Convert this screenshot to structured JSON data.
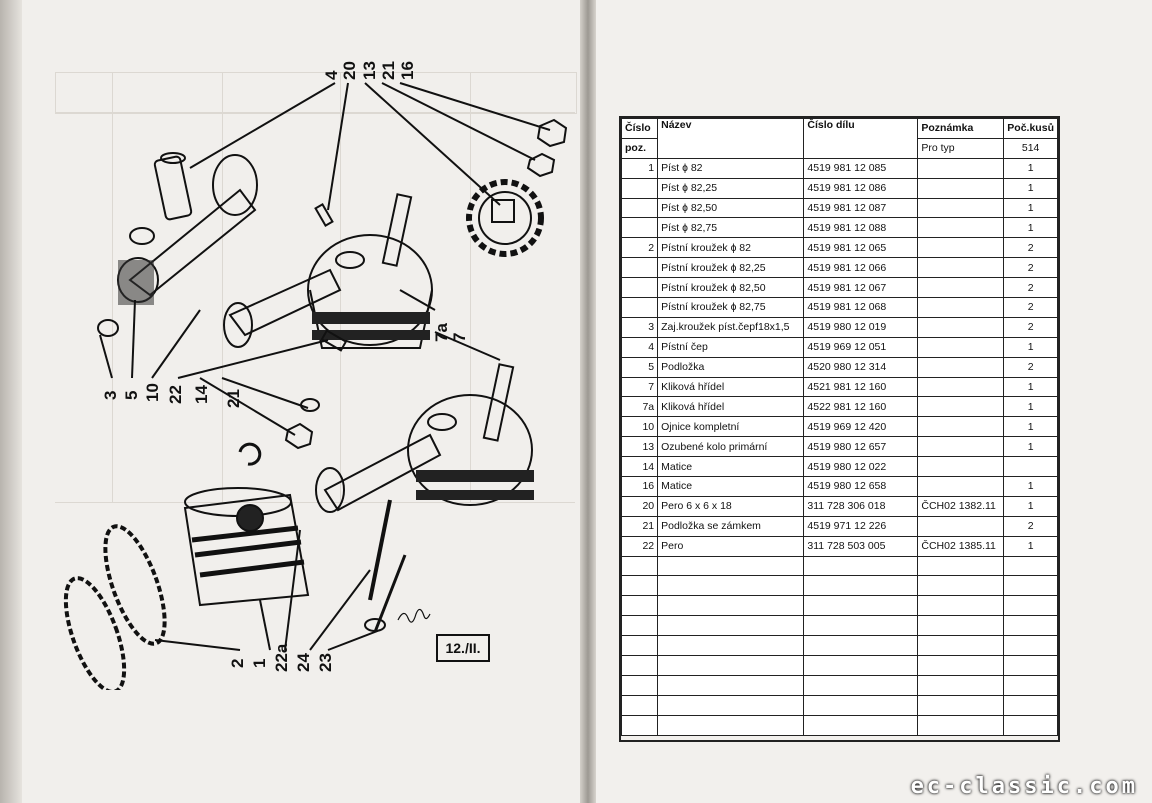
{
  "figure": {
    "label": "12./II.",
    "top_callouts": [
      "4",
      "20",
      "13",
      "21",
      "16"
    ],
    "left_callouts": [
      "3",
      "5",
      "10",
      "22",
      "14",
      "21"
    ],
    "right_callouts": [
      "7a",
      "7"
    ],
    "bottom_callouts": [
      "2",
      "1",
      "22a",
      "24",
      "23"
    ]
  },
  "table": {
    "headers": {
      "pos_line1": "Číslo",
      "pos_line2": "poz.",
      "name": "Název",
      "number": "Číslo dílu",
      "note": "Poznámka",
      "note_sub": "Pro typ",
      "qty": "Poč.kusů",
      "qty_sub": "514"
    },
    "rows": [
      {
        "pos": "1",
        "name": "Píst ɸ 82",
        "number": "4519 981 12 085",
        "note": "",
        "qty": "1"
      },
      {
        "pos": "",
        "name": "Píst ɸ 82,25",
        "number": "4519 981 12 086",
        "note": "",
        "qty": "1"
      },
      {
        "pos": "",
        "name": "Píst ɸ 82,50",
        "number": "4519 981 12 087",
        "note": "",
        "qty": "1"
      },
      {
        "pos": "",
        "name": "Píst ɸ 82,75",
        "number": "4519 981 12 088",
        "note": "",
        "qty": "1"
      },
      {
        "pos": "2",
        "name": "Pístní kroužek ɸ 82",
        "number": "4519 981 12 065",
        "note": "",
        "qty": "2"
      },
      {
        "pos": "",
        "name": "Pístní kroužek ɸ 82,25",
        "number": "4519 981 12 066",
        "note": "",
        "qty": "2"
      },
      {
        "pos": "",
        "name": "Pístní kroužek ɸ 82,50",
        "number": "4519 981 12 067",
        "note": "",
        "qty": "2"
      },
      {
        "pos": "",
        "name": "Pístní kroužek ɸ 82,75",
        "number": "4519 981 12 068",
        "note": "",
        "qty": "2"
      },
      {
        "pos": "3",
        "name": "Zaj.kroužek píst.čepf18x1,5",
        "number": "4519 980 12 019",
        "note": "",
        "qty": "2"
      },
      {
        "pos": "4",
        "name": "Pístní čep",
        "number": "4519 969 12 051",
        "note": "",
        "qty": "1"
      },
      {
        "pos": "5",
        "name": "Podložka",
        "number": "4520 980 12 314",
        "note": "",
        "qty": "2"
      },
      {
        "pos": "7",
        "name": "Kliková hřídel",
        "number": "4521 981 12 160",
        "note": "",
        "qty": "1"
      },
      {
        "pos": "7a",
        "name": "Kliková hřídel",
        "number": "4522 981 12 160",
        "note": "",
        "qty": "1"
      },
      {
        "pos": "10",
        "name": "Ojnice kompletní",
        "number": "4519 969 12 420",
        "note": "",
        "qty": "1"
      },
      {
        "pos": "13",
        "name": "Ozubené kolo primární",
        "number": "4519 980 12 657",
        "note": "",
        "qty": "1"
      },
      {
        "pos": "14",
        "name": "Matice",
        "number": "4519 980 12 022",
        "note": "",
        "qty": ""
      },
      {
        "pos": "16",
        "name": "Matice",
        "number": "4519 980 12 658",
        "note": "",
        "qty": "1"
      },
      {
        "pos": "20",
        "name": "Pero 6 x 6 x 18",
        "number": "311 728 306 018",
        "note": "ČCH02 1382.11",
        "qty": "1"
      },
      {
        "pos": "21",
        "name": "Podložka se zámkem",
        "number": "4519 971 12 226",
        "note": "",
        "qty": "2"
      },
      {
        "pos": "22",
        "name": "Pero",
        "number": "311 728 503 005",
        "note": "ČCH02 1385.11",
        "qty": "1"
      }
    ],
    "empty_rows": 9
  },
  "watermark": "ec-classic.com"
}
